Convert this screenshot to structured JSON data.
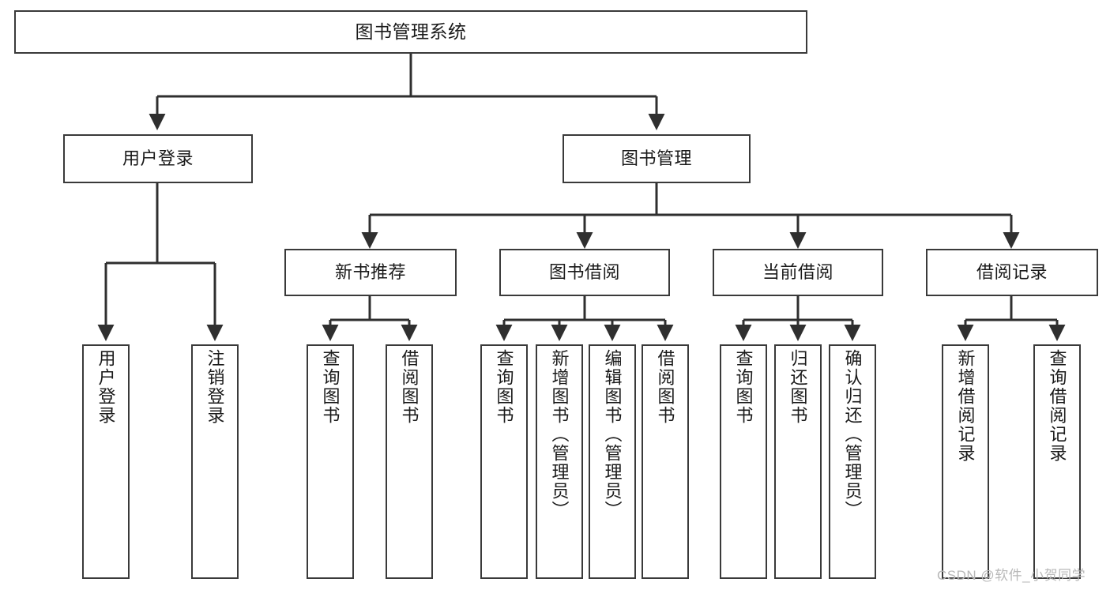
{
  "diagram": {
    "type": "hierarchy-tree",
    "title": "图书管理系统",
    "watermark": "CSDN @软件_小贺同学",
    "colors": {
      "box_border": "#3a3a3a",
      "box_fill": "#ffffff",
      "edge": "#2f2f2f",
      "text": "#1a1a1a",
      "watermark": "#b8b8b8"
    },
    "nodes": {
      "root": {
        "label": "图书管理系统"
      },
      "level2": [
        {
          "label": "用户登录"
        },
        {
          "label": "图书管理"
        }
      ],
      "level3": [
        {
          "label": "新书推荐"
        },
        {
          "label": "图书借阅"
        },
        {
          "label": "当前借阅"
        },
        {
          "label": "借阅记录"
        }
      ],
      "leaves": {
        "user_login": [
          {
            "label": "用户登录"
          },
          {
            "label": "注销登录"
          }
        ],
        "new_book_recommend": [
          {
            "label": "查询图书"
          },
          {
            "label": "借阅图书"
          }
        ],
        "book_borrow": [
          {
            "label": "查询图书"
          },
          {
            "label": "新增图书（管理员）"
          },
          {
            "label": "编辑图书（管理员）"
          },
          {
            "label": "借阅图书"
          }
        ],
        "current_borrow": [
          {
            "label": "查询图书"
          },
          {
            "label": "归还图书"
          },
          {
            "label": "确认归还（管理员）"
          }
        ],
        "borrow_record": [
          {
            "label": "新增借阅记录"
          },
          {
            "label": "查询借阅记录"
          }
        ]
      }
    }
  }
}
